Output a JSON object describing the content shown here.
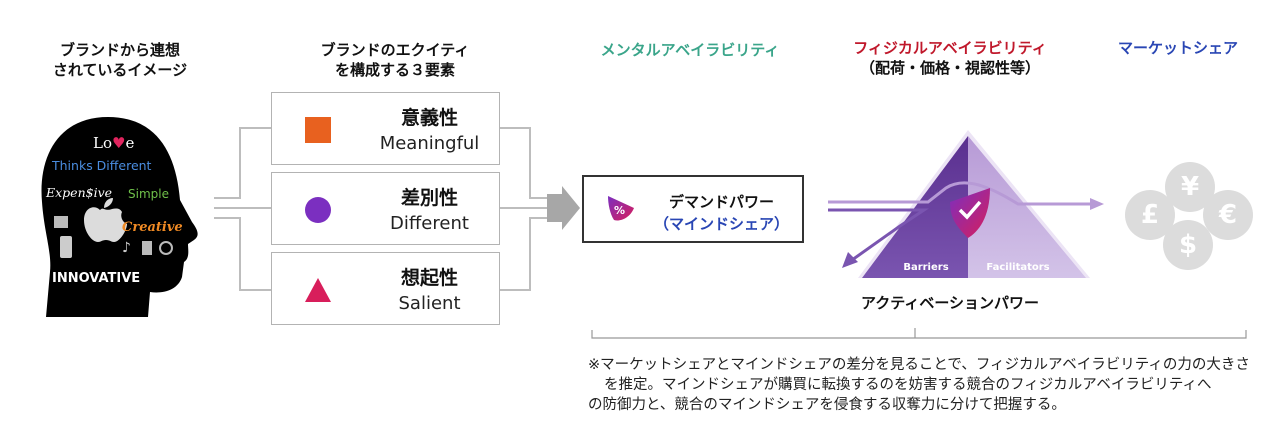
{
  "headers": {
    "brand_image": [
      "ブランドから連想",
      "されているイメージ"
    ],
    "equity": [
      "ブランドのエクイティ",
      "を構成する３要素"
    ],
    "mental": "メンタルアベイラビリティ",
    "physical": "フィジカルアベイラビリティ",
    "physical_sub": "（配荷・価格・視認性等）",
    "market": "マーケットシェア"
  },
  "head_words": {
    "love_pre": "Lo",
    "love_post": "e",
    "thinks": "Thinks Different",
    "expensive": "Expen$ive",
    "simple": "Simple",
    "creative": "Creative",
    "innovative": "INNOVATIVE"
  },
  "elements": [
    {
      "jp": "意義性",
      "en": "Meaningful",
      "shape": "square",
      "color": "#e8611f"
    },
    {
      "jp": "差別性",
      "en": "Different",
      "shape": "circle",
      "color": "#7b2fc0"
    },
    {
      "jp": "想起性",
      "en": "Salient",
      "shape": "triangle",
      "color": "#d81e5b"
    }
  ],
  "demand": {
    "title": "デマンドパワー",
    "subtitle": "（マインドシェア）",
    "badge": "%"
  },
  "pyramid": {
    "barriers": "Barriers",
    "facilitators": "Facilitators"
  },
  "activation_label": "アクティベーションパワー",
  "currencies": [
    "¥",
    "£",
    "€",
    "$"
  ],
  "note": [
    "※マーケットシェアとマインドシェアの差分を見ることで、フィジカルアベイラビリティの力の大きさ",
    "を推定。マインドシェアが購買に転換するのを妨害する競合のフィジカルアベイラビリティへ",
    "の防御力と、競合のマインドシェアを侵食する収奪力に分けて把握する。"
  ],
  "colors": {
    "mental": "#3aa58a",
    "physical": "#c0182b",
    "market": "#2946b4",
    "pyramid_dark": "#6a3f9e",
    "pyramid_light": "#c7b1e0"
  }
}
